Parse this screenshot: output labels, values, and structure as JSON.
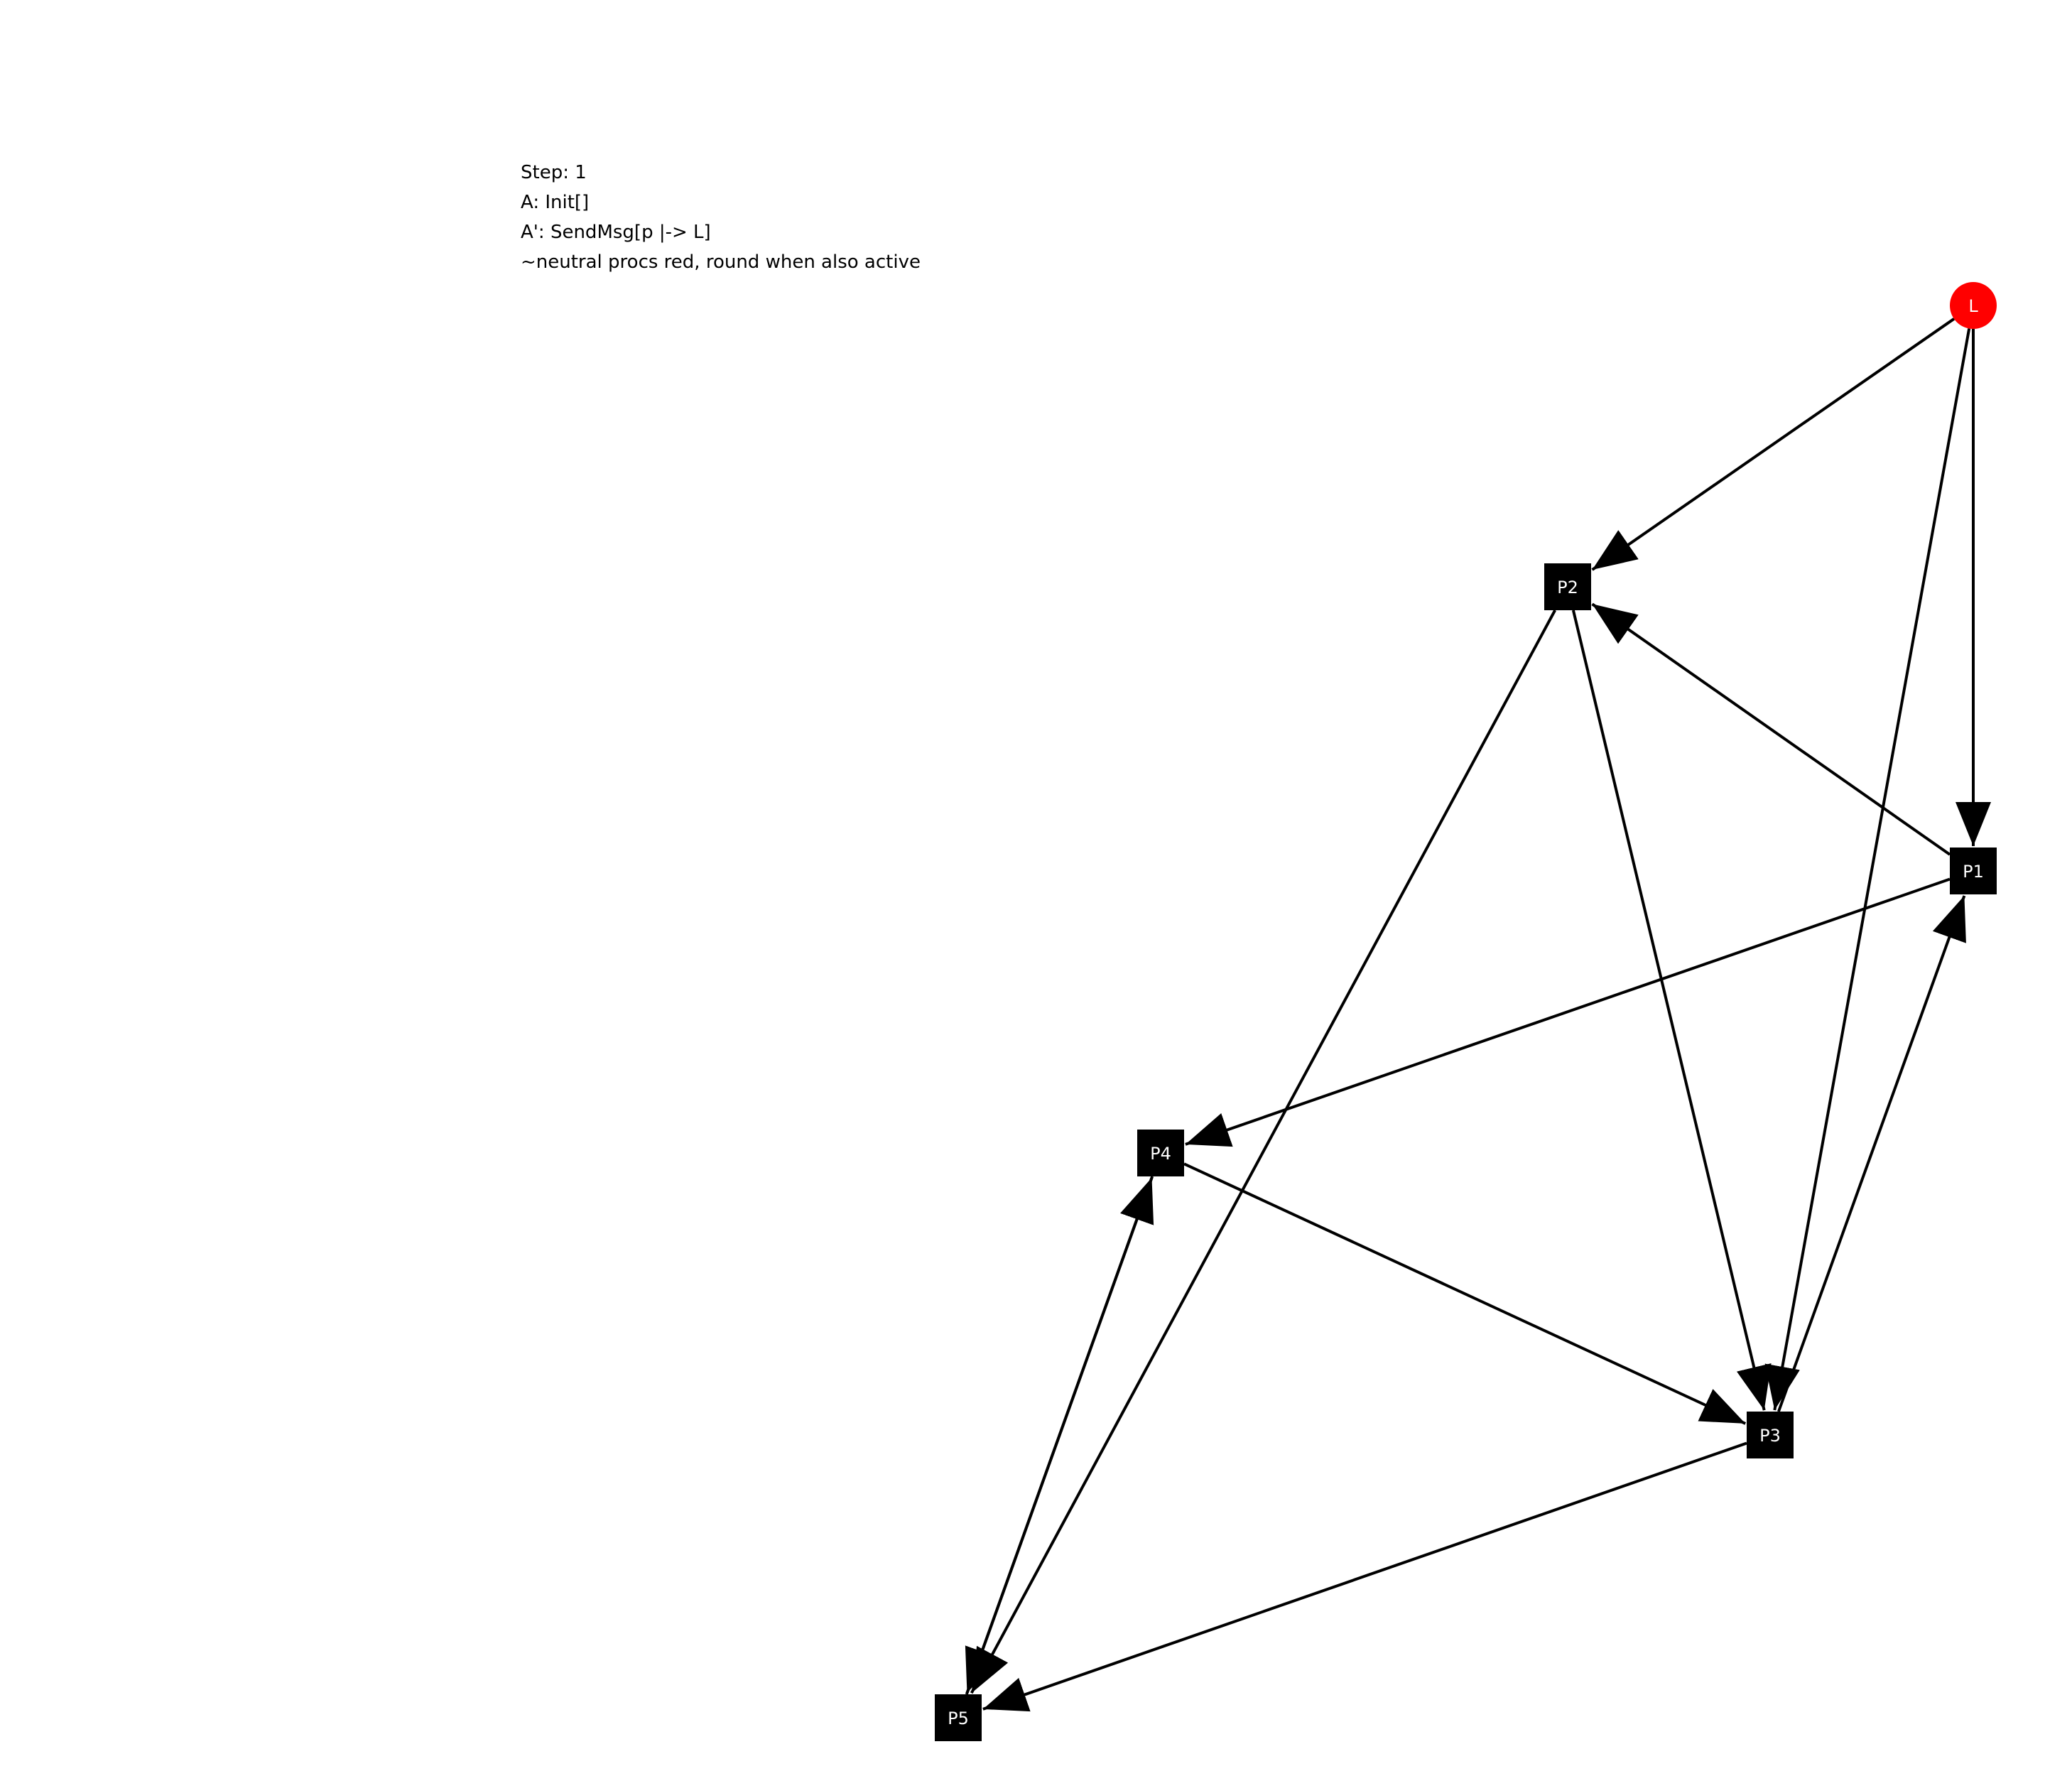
{
  "info": {
    "step": "Step: 1",
    "action": "A: Init[]",
    "next_action": "A': SendMsg[p |-> L]",
    "legend": "~neutral procs red, round when also active"
  },
  "graph": {
    "node_colors": {
      "neutral_active": "#ff0000",
      "default": "#000000",
      "label": "#ffffff",
      "edge": "#000000"
    },
    "nodes": [
      {
        "id": "L",
        "label": "L",
        "shape": "circle",
        "state": "neutral_active"
      },
      {
        "id": "P1",
        "label": "P1",
        "shape": "square",
        "state": "default"
      },
      {
        "id": "P2",
        "label": "P2",
        "shape": "square",
        "state": "default"
      },
      {
        "id": "P3",
        "label": "P3",
        "shape": "square",
        "state": "default"
      },
      {
        "id": "P4",
        "label": "P4",
        "shape": "square",
        "state": "default"
      },
      {
        "id": "P5",
        "label": "P5",
        "shape": "square",
        "state": "default"
      }
    ],
    "edges": [
      {
        "from": "L",
        "to": "P2"
      },
      {
        "from": "L",
        "to": "P1"
      },
      {
        "from": "L",
        "to": "P3"
      },
      {
        "from": "P1",
        "to": "P2"
      },
      {
        "from": "P1",
        "to": "P4"
      },
      {
        "from": "P2",
        "to": "P3"
      },
      {
        "from": "P2",
        "to": "P5"
      },
      {
        "from": "P3",
        "to": "P1"
      },
      {
        "from": "P3",
        "to": "P5"
      },
      {
        "from": "P4",
        "to": "P3"
      },
      {
        "from": "P4",
        "to": "P5"
      },
      {
        "from": "P5",
        "to": "P4"
      }
    ]
  }
}
